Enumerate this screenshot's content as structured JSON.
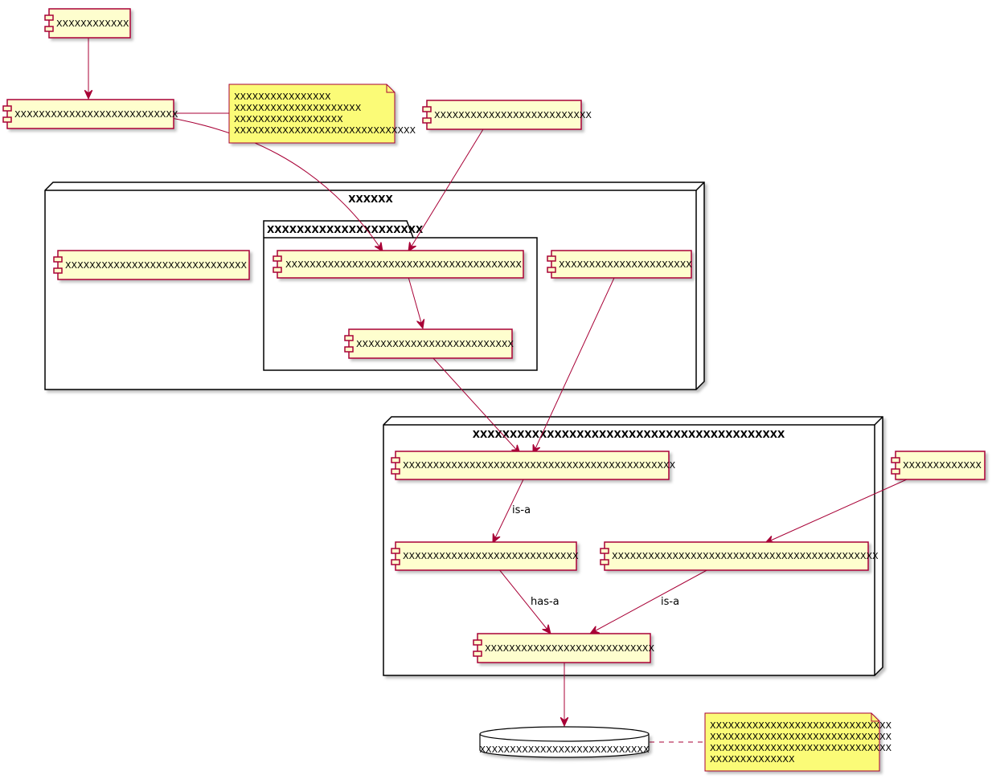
{
  "nodes": {
    "top": "XXXXXX",
    "bottom": "XXXXXXXXXXXXXXXXXXXXXXXXXXXXXXXXXXXXXXXXXX"
  },
  "folder": "XXXXXXXXXXXXXXXXXXXXX",
  "components": {
    "c1": "XXXXXXXXXXXX",
    "c2": "XXXXXXXXXXXXXXXXXXXXXXXXXXX",
    "c3": "XXXXXXXXXXXXXXXXXXXXXXXXXX",
    "c4": "XXXXXXXXXXXXXXXXXXXXXXXXXXXXXX",
    "c5": "XXXXXXXXXXXXXXXXXXXXXXXXXXXXXXXXXXXXXXX",
    "c6": "XXXXXXXXXXXXXXXXXXXXXX",
    "c7": "XXXXXXXXXXXXXXXXXXXXXXXXXX",
    "c8": "XXXXXXXXXXXXXXXXXXXXXXXXXXXXXXXXXXXXXXXXXXXXX",
    "c9": "XXXXXXXXXXXXX",
    "c10": "XXXXXXXXXXXXXXXXXXXXXXXXXXXXX",
    "c11": "XXXXXXXXXXXXXXXXXXXXXXXXXXXXXXXXXXXXXXXXXXXX",
    "c12": "XXXXXXXXXXXXXXXXXXXXXXXXXXXX"
  },
  "database": "XXXXXXXXXXXXXXXXXXXXXXXXXXXX",
  "note1": {
    "line1": "XXXXXXXXXXXXXXXX",
    "line2": "XXXXXXXXXXXXXXXXXXXXX",
    "line3": "XXXXXXXXXXXXXXXXXX",
    "line4": "XXXXXXXXXXXXXXXXXXXXXXXXXXXXXX"
  },
  "note2": {
    "line1": "XXXXXXXXXXXXXXXXXXXXXXXXXXXXXX",
    "line2": "XXXXXXXXXXXXXXXXXXXXXXXXXXXXXX",
    "line3": "XXXXXXXXXXXXXXXXXXXXXXXXXXXXXX",
    "line4": "XXXXXXXXXXXXXX"
  },
  "edge_labels": {
    "isa1": "is-a",
    "hasa": "has-a",
    "isa2": "is-a"
  },
  "colors": {
    "component_fill": "#FEFECE",
    "component_border": "#A80036",
    "note_fill": "#FBFB77",
    "edge": "#A80036"
  }
}
